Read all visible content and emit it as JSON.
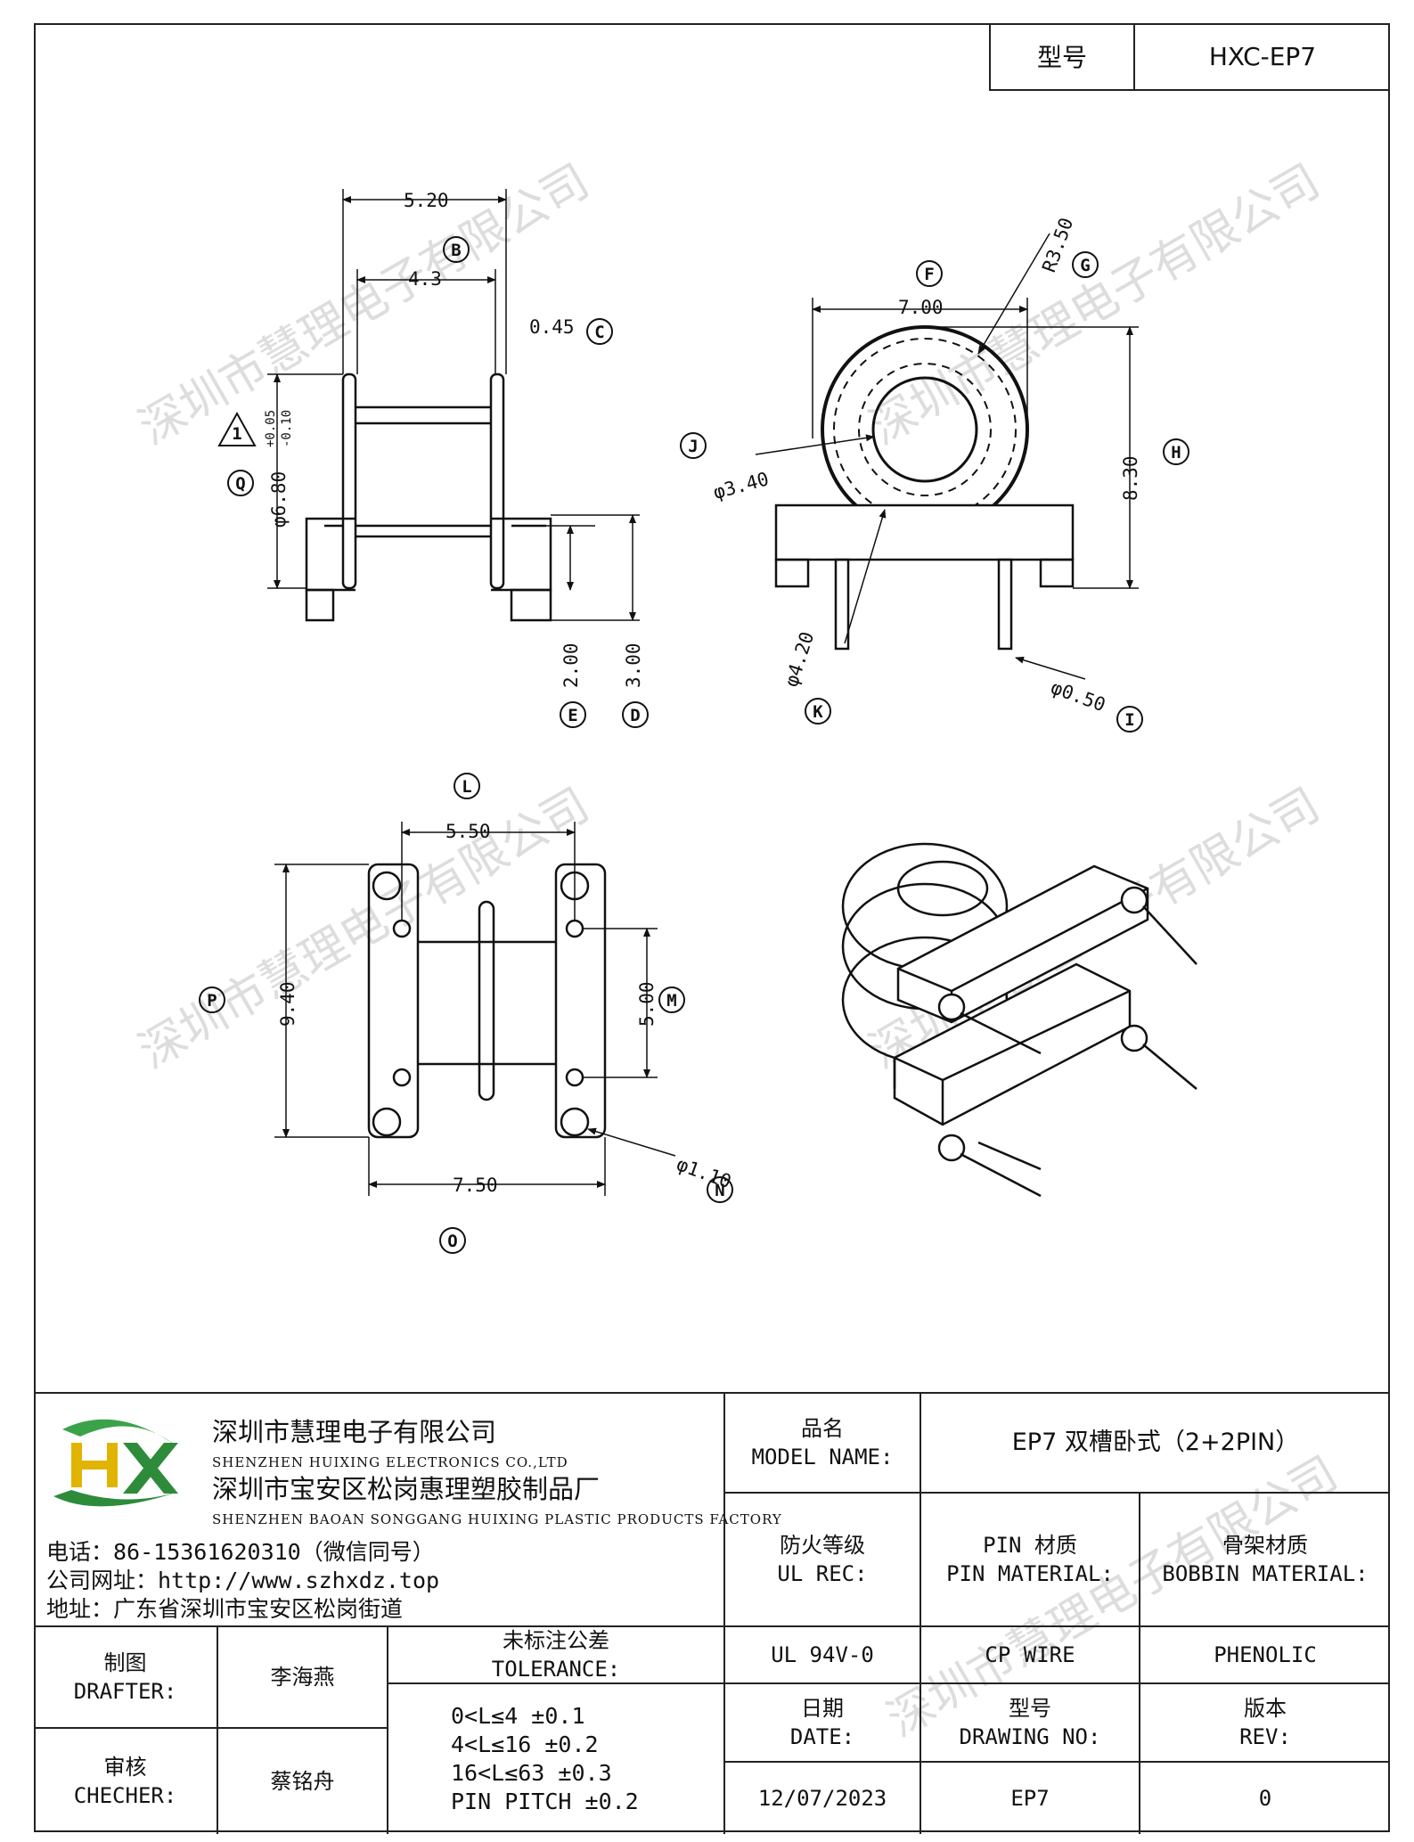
{
  "model_box": {
    "label": "型号",
    "value": "HXC-EP7"
  },
  "watermark": "深圳市慧理电子有限公司",
  "dims": {
    "d520": "5.20",
    "d43": "4.3",
    "d045": "0.45",
    "d680": "φ6.80",
    "d680tol_up": "+0.05",
    "d680tol_dn": "-0.10",
    "d200": "2.00",
    "d300": "3.00",
    "r350": "R3.50",
    "d700": "7.00",
    "d340": "φ3.40",
    "d830": "8.30",
    "d420": "φ4.20",
    "d050": "φ0.50",
    "d550": "5.50",
    "d500": "5.00",
    "d940": "9.40",
    "d110": "φ1.10",
    "d750": "7.50"
  },
  "balloons": {
    "A": "1",
    "B": "B",
    "C": "C",
    "Q": "Q",
    "E": "E",
    "D": "D",
    "F": "F",
    "G": "G",
    "J": "J",
    "H": "H",
    "K": "K",
    "I": "I",
    "L": "L",
    "M": "M",
    "P": "P",
    "N": "N",
    "O": "O"
  },
  "company": {
    "name1_cn": "深圳市慧理电子有限公司",
    "name1_en": "SHENZHEN HUIXING ELECTRONICS CO.,LTD",
    "name2_cn": "深圳市宝安区松岗惠理塑胶制品厂",
    "name2_en": "SHENZHEN BAOAN SONGGANG HUIXING PLASTIC PRODUCTS FACTORY",
    "phone": "电话：86-15361620310（微信同号）",
    "website": "公司网址：http://www.szhxdz.top",
    "address": "地址：广东省深圳市宝安区松岗街道"
  },
  "title_block": {
    "product_name_label_cn": "品名",
    "product_name_label_en": "MODEL NAME:",
    "product_name": "EP7 双槽卧式（2+2PIN）",
    "ul_label_cn": "防火等级",
    "ul_label_en": "UL REC:",
    "pin_mat_label_cn": "PIN 材质",
    "pin_mat_label_en": "PIN MATERIAL:",
    "bobbin_mat_label_cn": "骨架材质",
    "bobbin_mat_label_en": "BOBBIN MATERIAL:",
    "ul_value": "UL 94V-0",
    "pin_mat_value": "CP WIRE",
    "bobbin_mat_value": "PHENOLIC",
    "date_label_cn": "日期",
    "date_label_en": "DATE:",
    "drawing_no_label_cn": "型号",
    "drawing_no_label_en": "DRAWING NO:",
    "rev_label_cn": "版本",
    "rev_label_en": "REV:",
    "date_value": "12/07/2023",
    "drawing_no_value": "EP7",
    "rev_value": "0",
    "drafter_label_cn": "制图",
    "drafter_label_en": "DRAFTER:",
    "drafter_value": "李海燕",
    "checker_label_cn": "审核",
    "checker_label_en": "CHECHER:",
    "checker_value": "蔡铭舟",
    "tolerance_label_cn": "未标注公差",
    "tolerance_label_en": "TOLERANCE:",
    "tolerance_lines": [
      "0<L≤4  ±0.1",
      "4<L≤16 ±0.2",
      "16<L≤63 ±0.3",
      "PIN PITCH ±0.2"
    ]
  }
}
